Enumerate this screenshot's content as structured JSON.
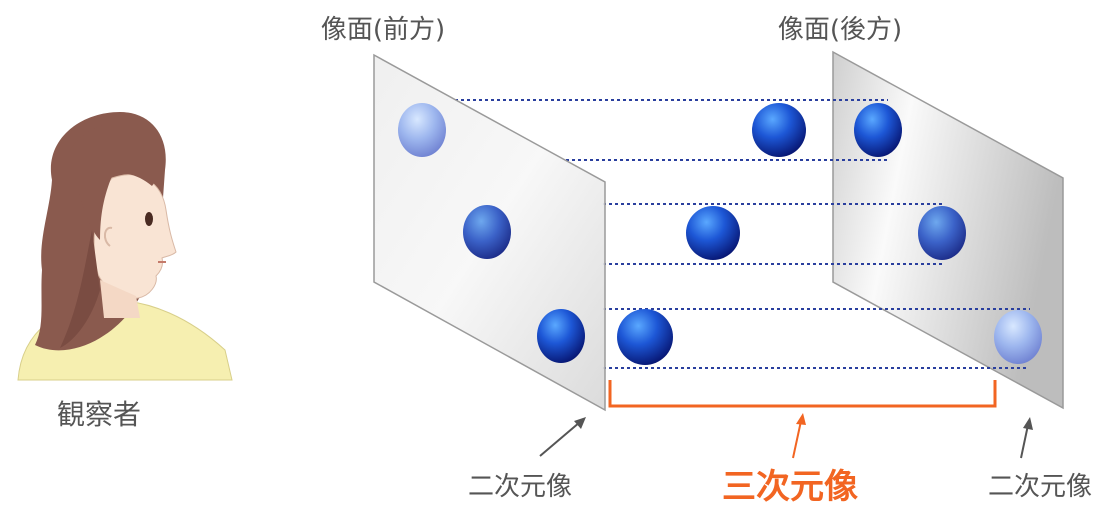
{
  "labels": {
    "front_plane": "像面(前方)",
    "back_plane": "像面(後方)",
    "observer": "観察者",
    "image_2d_front": "二次元像",
    "image_3d": "三次元像",
    "image_2d_back": "二次元像"
  },
  "colors": {
    "label_text": "#555555",
    "accent": "#f26522",
    "guide_line": "#2a3f9e",
    "arrow": "#555555",
    "hair": "#8a5a4e",
    "skin": "#f9e4d4",
    "shirt": "#f6efb0"
  }
}
